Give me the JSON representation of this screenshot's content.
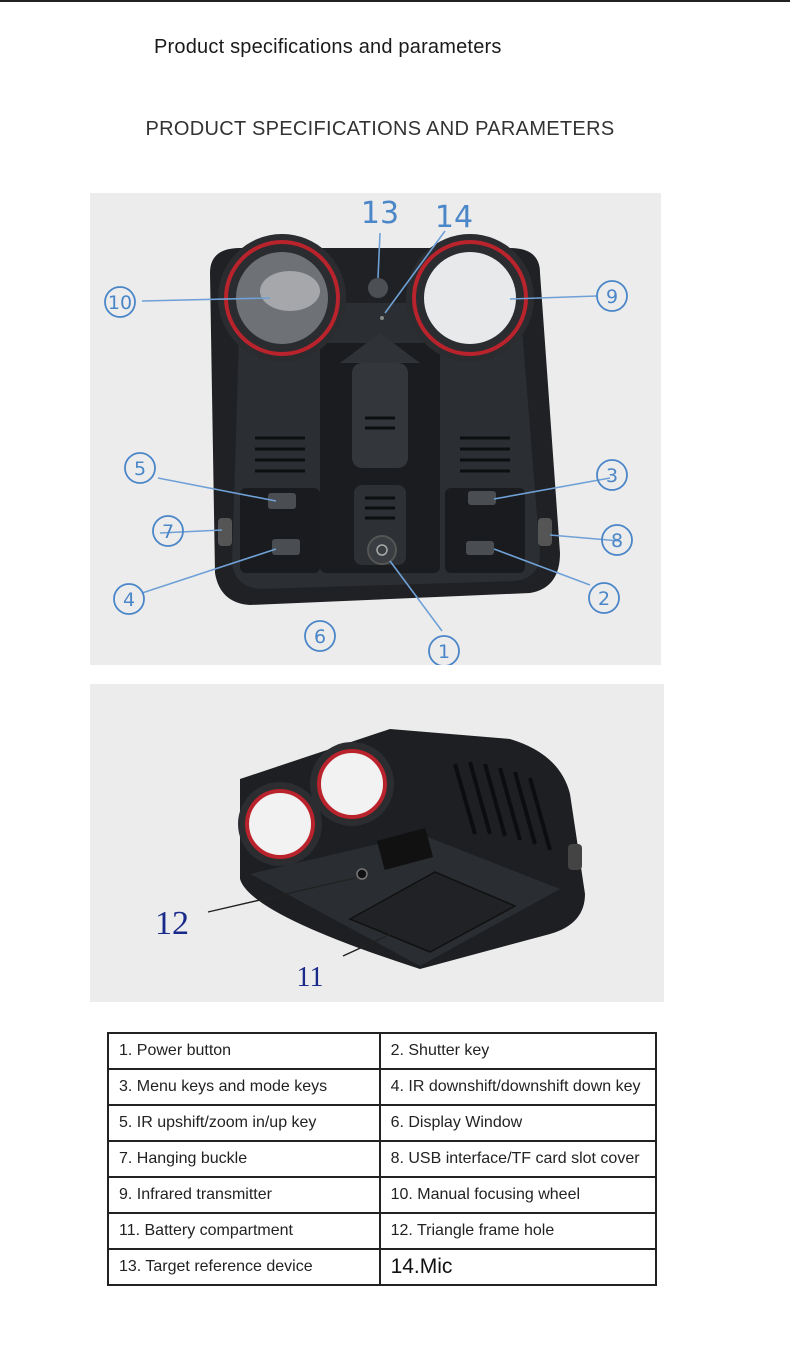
{
  "header": {
    "title": "Product specifications and parameters",
    "subtitle": "PRODUCT SPECIFICATIONS AND PARAMETERS"
  },
  "callouts_front": {
    "c1": "1",
    "c2": "2",
    "c3": "3",
    "c4": "4",
    "c5": "5",
    "c6": "6",
    "c7": "7",
    "c8": "8",
    "c9": "9",
    "c10": "10",
    "c13": "13",
    "c14": "14"
  },
  "callouts_bottom": {
    "c11": "11",
    "c12": "12"
  },
  "spec_table": {
    "rows": [
      [
        "1. Power button",
        "2. Shutter key"
      ],
      [
        "3. Menu keys and mode keys",
        "4. IR downshift/downshift down key"
      ],
      [
        "5. IR upshift/zoom in/up key",
        "6. Display Window"
      ],
      [
        "7. Hanging buckle",
        "8. USB interface/TF card slot cover"
      ],
      [
        "9. Infrared transmitter",
        "10. Manual focusing wheel"
      ],
      [
        "11. Battery compartment",
        "12. Triangle frame hole"
      ],
      [
        "13. Target reference device",
        "14.Mic"
      ]
    ]
  },
  "colors": {
    "callout": "#4a86c8",
    "serif_callout": "#1a2a8a",
    "panel_bg": "#ececec",
    "lens_red": "#b8232c"
  }
}
